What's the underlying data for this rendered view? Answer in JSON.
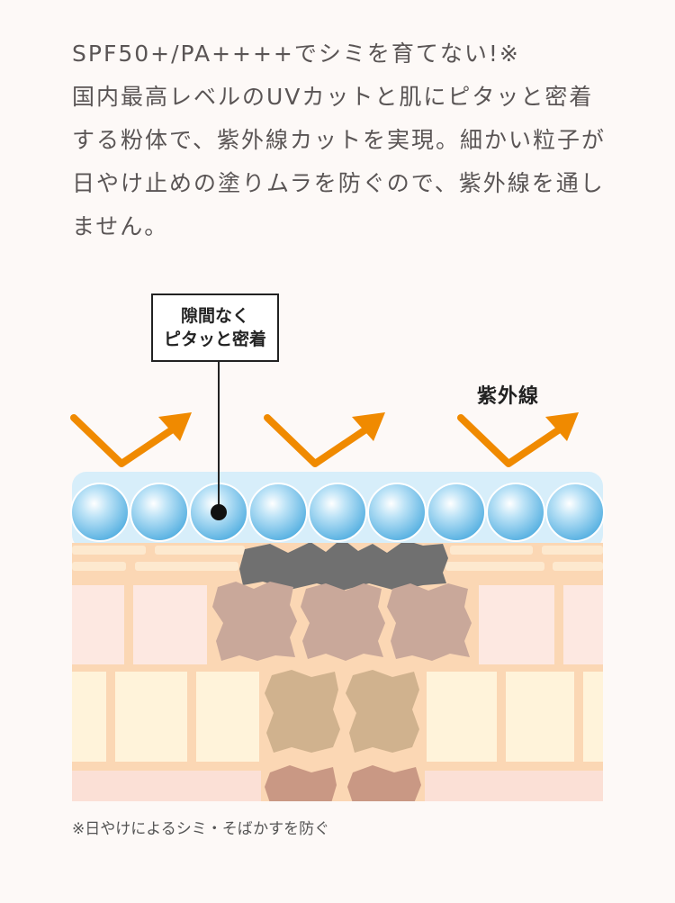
{
  "intro": {
    "line1": "SPF50+/PA++++でシミを育てない!※",
    "line2": "国内最高レベルのUVカットと肌にピタッと密着",
    "line3": "する粉体で、紫外線カットを実現。細かい粒子が",
    "line4": "日やけ止めの塗りムラを防ぐので、紫外線を通し",
    "line5": "ません。"
  },
  "callout": {
    "line1": "隙間なく",
    "line2": "ピタッと密着"
  },
  "uv_label": "紫外線",
  "footnote": "※日やけによるシミ・そばかすを防ぐ",
  "colors": {
    "arrow": "#f08a00",
    "particle": "#7cc4ea",
    "film": "#d7eefa",
    "skin_pink": "#fde8e1",
    "skin_yellow": "#fff3da",
    "skin_border": "#fbd7b4",
    "spot_dark": "#707070",
    "spot_brown": "#c9a89a",
    "spot_tan": "#d0b28e"
  }
}
